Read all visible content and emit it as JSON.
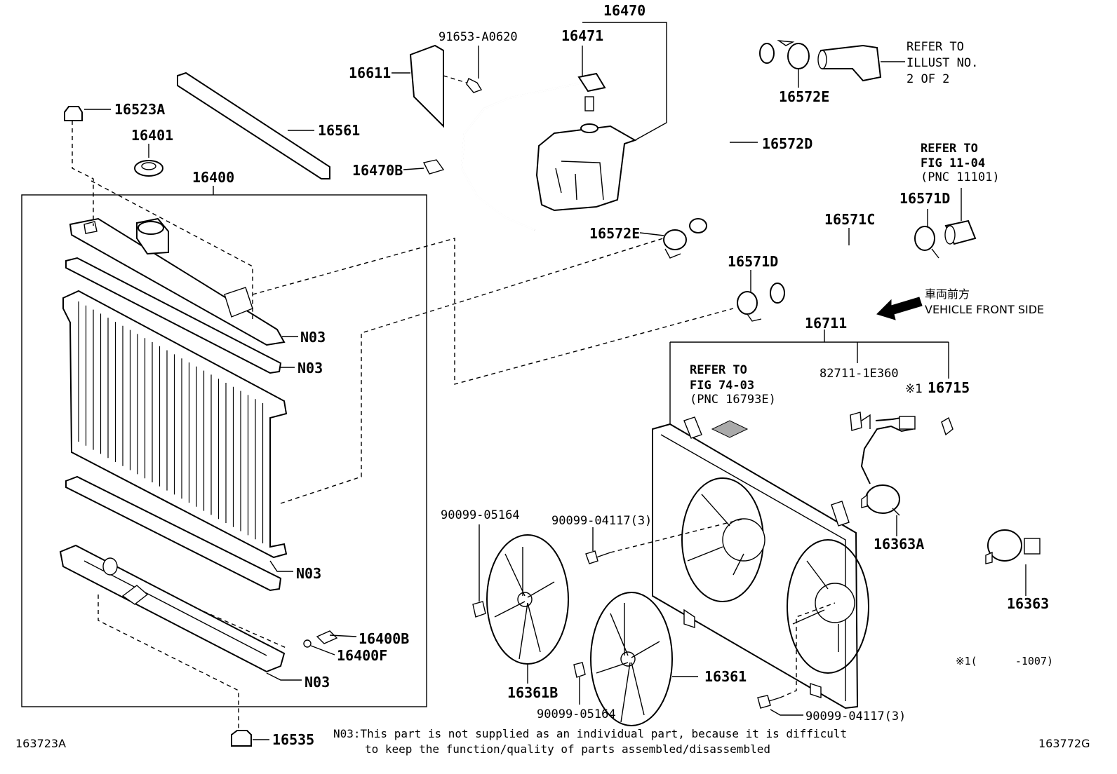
{
  "diagram": {
    "callouts": [
      {
        "id": "c16470",
        "text": "16470"
      },
      {
        "id": "c91653",
        "text": "91653-A0620"
      },
      {
        "id": "c16471",
        "text": "16471"
      },
      {
        "id": "c16611",
        "text": "16611"
      },
      {
        "id": "c16523A",
        "text": "16523A"
      },
      {
        "id": "c16401",
        "text": "16401"
      },
      {
        "id": "c16561",
        "text": "16561"
      },
      {
        "id": "c16470B",
        "text": "16470B"
      },
      {
        "id": "c16400",
        "text": "16400"
      },
      {
        "id": "c16572E_top",
        "text": "16572E"
      },
      {
        "id": "c16572D",
        "text": "16572D"
      },
      {
        "id": "c16572E_mid",
        "text": "16572E"
      },
      {
        "id": "c16571C",
        "text": "16571C"
      },
      {
        "id": "c16571D_top",
        "text": "16571D"
      },
      {
        "id": "c16571D_mid",
        "text": "16571D"
      },
      {
        "id": "c16711",
        "text": "16711"
      },
      {
        "id": "c82711",
        "text": "82711-1E360"
      },
      {
        "id": "c16715",
        "text": "16715"
      },
      {
        "id": "cN03_1",
        "text": "N03"
      },
      {
        "id": "cN03_2",
        "text": "N03"
      },
      {
        "id": "cN03_3",
        "text": "N03"
      },
      {
        "id": "cN03_4",
        "text": "N03"
      },
      {
        "id": "c16400B",
        "text": "16400B"
      },
      {
        "id": "c16400F",
        "text": "16400F"
      },
      {
        "id": "c16535",
        "text": "16535"
      },
      {
        "id": "c90099_05164_a",
        "text": "90099-05164"
      },
      {
        "id": "c90099_04117_a",
        "text": "90099-04117(3)"
      },
      {
        "id": "c16363A",
        "text": "16363A"
      },
      {
        "id": "c16363",
        "text": "16363"
      },
      {
        "id": "c16361B",
        "text": "16361B"
      },
      {
        "id": "c16361",
        "text": "16361"
      },
      {
        "id": "c90099_05164_b",
        "text": "90099-05164"
      },
      {
        "id": "c90099_04117_b",
        "text": "90099-04117(3)"
      }
    ],
    "refer_illust": [
      "REFER TO",
      "ILLUST NO.",
      "2 OF 2"
    ],
    "refer_fig11": [
      "REFER TO",
      "FIG 11-04",
      "(PNC 11101)"
    ],
    "refer_fig74": [
      "REFER TO",
      "FIG 74-03",
      "(PNC 16793E)"
    ],
    "vehicle_front_jp": "車両前方",
    "vehicle_front_en": "VEHICLE FRONT SIDE",
    "mark_16715": "※1",
    "footnote_mark": "※1(      -1007)",
    "n03_note_line1": "N03:This part is not supplied as an individual part, because it is difficult",
    "n03_note_line2": "to keep the function/quality of parts assembled/disassembled",
    "code_left": "163723A",
    "code_right": "163772G"
  }
}
